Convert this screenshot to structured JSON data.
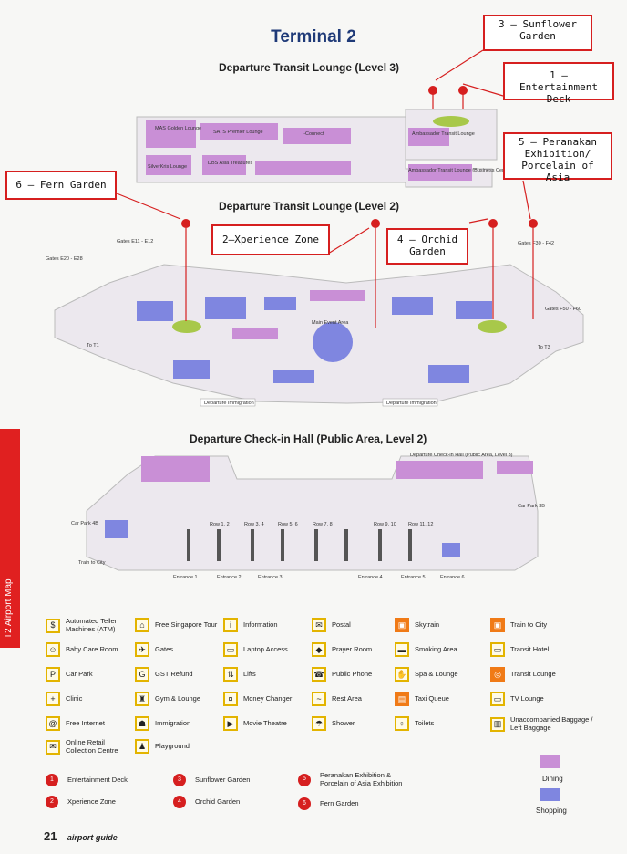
{
  "title": "Terminal 2",
  "levels": {
    "l3": "Departure Transit Lounge (Level 3)",
    "l2": "Departure Transit Lounge (Level 2)",
    "checkin": "Departure Check-in Hall (Public Area, Level 2)"
  },
  "callouts": {
    "c3": "3 – Sunflower\nGarden",
    "c1": "1 – Entertainment\nDeck",
    "c5": "5 – Peranakan\nExhibition/\nPorcelain of Asia",
    "c6": "6 – Fern Garden",
    "c2": "2–Xperience Zone",
    "c4": "4 – Orchid\nGarden"
  },
  "side_tab": "T2 Airport Map",
  "map_labels": {
    "mas": "MAS Golden Lounge",
    "sats": "SATS Premier Lounge",
    "iconnect": "i-Connect",
    "silverkris": "SilverKris Lounge",
    "dbs": "DBS Asia Treasures",
    "ambassador": "Ambassador Transit Lounge",
    "ambassador_bc": "Ambassador Transit Lounge (Business Centre)",
    "main_event": "Main Event Area",
    "dep_imm_1": "Departure Immigration",
    "dep_imm_2": "Departure Immigration",
    "gates_e": "Gates E11 - E12",
    "gates_e20": "Gates E20 - E28",
    "gates_f": "Gates F30 - F42",
    "gates_f50": "Gates F50 - F60",
    "to_t1": "To T1",
    "to_t3": "To T3",
    "checkin_l3": "Departure Check-in Hall (Public Area, Level 3)",
    "car_park_4b": "Car Park 4B",
    "car_park_3b": "Car Park 3B",
    "train": "Train to City",
    "rows": [
      "Row 1, 2",
      "Row 3, 4",
      "Row 5, 6",
      "Row 7, 8",
      "Row 9, 10",
      "Row 11, 12"
    ],
    "entrances": [
      "Entrance 1",
      "Entrance 2",
      "Entrance 3",
      "Entrance 4",
      "Entrance 5",
      "Entrance 6"
    ]
  },
  "legend": {
    "col1": [
      {
        "icon": "atm-icon",
        "glyph": "$",
        "label": "Automated Teller Machines (ATM)"
      },
      {
        "icon": "baby-care-icon",
        "glyph": "☺",
        "label": "Baby Care Room"
      },
      {
        "icon": "car-park-icon",
        "glyph": "P",
        "label": "Car Park"
      },
      {
        "icon": "clinic-icon",
        "glyph": "+",
        "label": "Clinic"
      },
      {
        "icon": "internet-icon",
        "glyph": "@",
        "label": "Free Internet"
      },
      {
        "icon": "retail-icon",
        "glyph": "✉",
        "label": "Online Retail Collection Centre"
      }
    ],
    "col2": [
      {
        "icon": "tour-icon",
        "glyph": "⌂",
        "label": "Free Singapore Tour"
      },
      {
        "icon": "gates-icon",
        "glyph": "✈",
        "label": "Gates"
      },
      {
        "icon": "gst-icon",
        "glyph": "G",
        "label": "GST Refund"
      },
      {
        "icon": "gym-icon",
        "glyph": "♜",
        "label": "Gym & Lounge"
      },
      {
        "icon": "immigration-icon",
        "glyph": "☗",
        "label": "Immigration"
      },
      {
        "icon": "playground-icon",
        "glyph": "♟",
        "label": "Playground"
      }
    ],
    "col3": [
      {
        "icon": "information-icon",
        "glyph": "i",
        "label": "Information"
      },
      {
        "icon": "laptop-icon",
        "glyph": "▭",
        "label": "Laptop Access"
      },
      {
        "icon": "lifts-icon",
        "glyph": "⇅",
        "label": "Lifts"
      },
      {
        "icon": "money-icon",
        "glyph": "¤",
        "label": "Money Changer"
      },
      {
        "icon": "movie-icon",
        "glyph": "▶",
        "label": "Movie Theatre"
      }
    ],
    "col4": [
      {
        "icon": "postal-icon",
        "glyph": "✉",
        "label": "Postal"
      },
      {
        "icon": "prayer-icon",
        "glyph": "◆",
        "label": "Prayer Room"
      },
      {
        "icon": "phone-icon",
        "glyph": "☎",
        "label": "Public Phone"
      },
      {
        "icon": "rest-icon",
        "glyph": "~",
        "label": "Rest Area"
      },
      {
        "icon": "shower-icon",
        "glyph": "☂",
        "label": "Shower"
      }
    ],
    "col5": [
      {
        "icon": "skytrain-icon",
        "glyph": "▣",
        "label": "Skytrain",
        "orange": true
      },
      {
        "icon": "smoking-icon",
        "glyph": "▬",
        "label": "Smoking Area"
      },
      {
        "icon": "spa-icon",
        "glyph": "✋",
        "label": "Spa & Lounge"
      },
      {
        "icon": "taxi-icon",
        "glyph": "▤",
        "label": "Taxi Queue",
        "orange": true
      },
      {
        "icon": "toilets-icon",
        "glyph": "♀",
        "label": "Toilets"
      }
    ],
    "col6": [
      {
        "icon": "train-icon",
        "glyph": "▣",
        "label": "Train to City",
        "orange": true
      },
      {
        "icon": "hotel-icon",
        "glyph": "▭",
        "label": "Transit Hotel"
      },
      {
        "icon": "transit-lounge-icon",
        "glyph": "◎",
        "label": "Transit Lounge",
        "orange": true
      },
      {
        "icon": "tv-icon",
        "glyph": "▭",
        "label": "TV Lounge"
      },
      {
        "icon": "baggage-icon",
        "glyph": "▥",
        "label": "Unaccompanied Baggage / Left Baggage"
      }
    ],
    "numbered": [
      {
        "num": "1",
        "label": "Entertainment Deck"
      },
      {
        "num": "2",
        "label": "Xperience Zone"
      },
      {
        "num": "3",
        "label": "Sunflower Garden"
      },
      {
        "num": "4",
        "label": "Orchid Garden"
      },
      {
        "num": "5",
        "label": "Peranakan Exhibition & Porcelain of Asia Exhibition"
      },
      {
        "num": "6",
        "label": "Fern Garden"
      }
    ],
    "dining": "Dining",
    "shopping": "Shopping"
  },
  "colors": {
    "dining": "#c98fd6",
    "shopping": "#7f86e0",
    "callout_border": "#d61f1f",
    "icon_border": "#e3b400"
  },
  "footer": {
    "page": "21",
    "guide": "airport guide"
  }
}
